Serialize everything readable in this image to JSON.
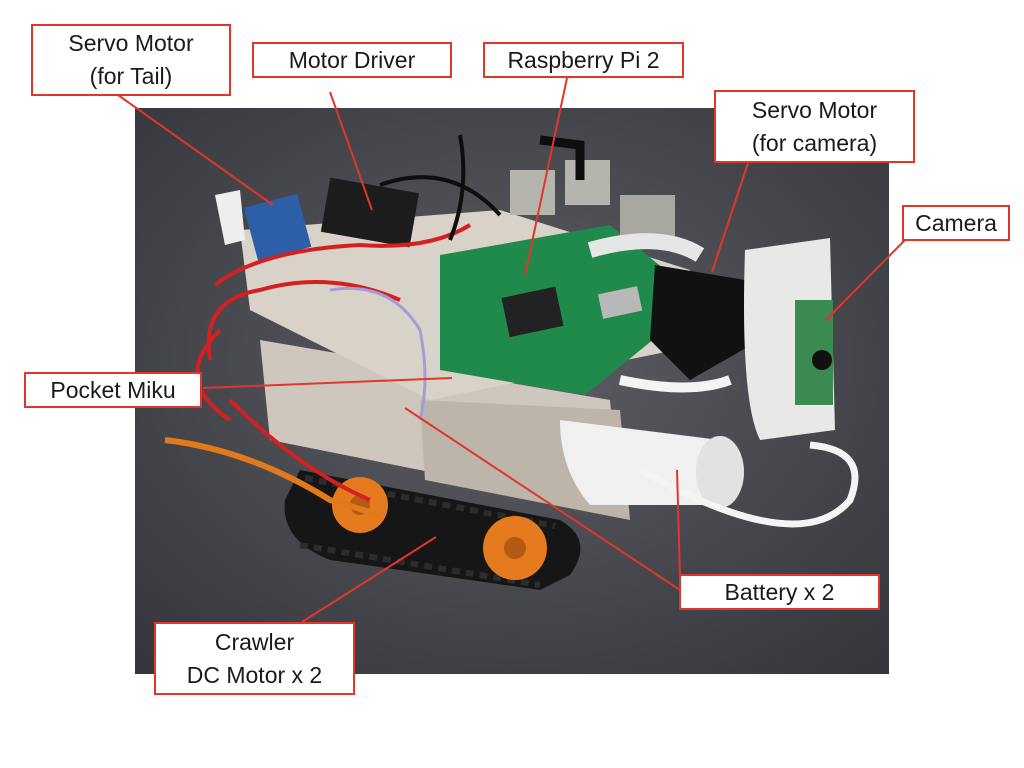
{
  "accent_color": "#e0362c",
  "labels": {
    "servo_tail": {
      "line1": "Servo Motor",
      "line2": "(for Tail)"
    },
    "motor_driver": {
      "line1": "Motor Driver"
    },
    "raspberry_pi": {
      "line1": "Raspberry Pi 2"
    },
    "servo_camera": {
      "line1": "Servo Motor",
      "line2": "(for camera)"
    },
    "camera": {
      "line1": "Camera"
    },
    "pocket_miku": {
      "line1": "Pocket Miku"
    },
    "battery": {
      "line1": "Battery x 2"
    },
    "crawler": {
      "line1": "Crawler",
      "line2": "DC Motor x 2"
    }
  }
}
